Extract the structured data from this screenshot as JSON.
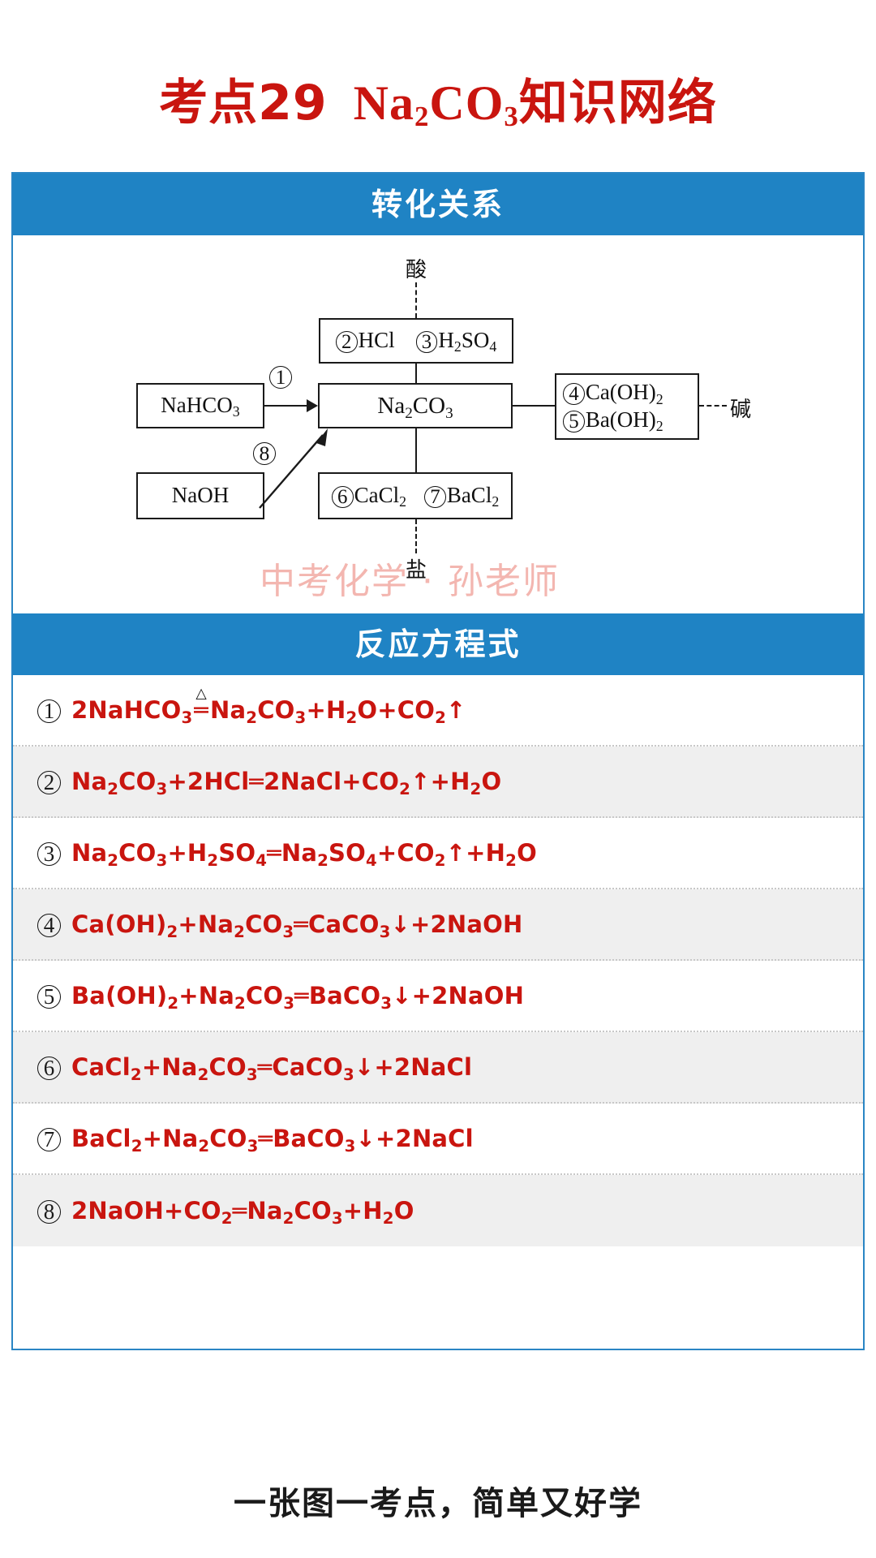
{
  "title": {
    "prefix": "考点29",
    "formula_pre": "Na",
    "formula_sub1": "2",
    "formula_mid": "CO",
    "formula_sub2": "3",
    "suffix": "知识网络",
    "color": "#c9150f",
    "full_text": "考点29 Na2CO3知识网络"
  },
  "accent_color": "#1f83c4",
  "sections": [
    {
      "header": "转化关系"
    },
    {
      "header": "反应方程式"
    }
  ],
  "diagram": {
    "labels": {
      "acid": "酸",
      "base": "碱",
      "salt": "盐"
    },
    "boxes": [
      {
        "id": "acid-box",
        "text": "②HCl  ③H2SO4",
        "items": [
          {
            "num": "②",
            "formula_pre": "HCl",
            "sub": ""
          },
          {
            "num": "③",
            "formula_pre": "H",
            "sub": "2",
            "formula_mid": "SO",
            "sub2": "4"
          }
        ]
      },
      {
        "id": "nahco3-box",
        "text": "NaHCO3",
        "base": "NaHCO",
        "sub": "3"
      },
      {
        "id": "na2co3-box",
        "text": "Na2CO3",
        "base_a": "Na",
        "sub_a": "2",
        "base_b": "CO",
        "sub_b": "3"
      },
      {
        "id": "base-box",
        "line1_num": "④",
        "line1": "Ca(OH)",
        "line1_sub": "2",
        "line2_num": "⑤",
        "line2": "Ba(OH)",
        "line2_sub": "2"
      },
      {
        "id": "naoh-box",
        "text": "NaOH"
      },
      {
        "id": "salt-box",
        "item1_num": "⑥",
        "item1": "CaCl",
        "item1_sub": "2",
        "item2_num": "⑦",
        "item2": "BaCl",
        "item2_sub": "2"
      }
    ],
    "arrow_labels": [
      {
        "id": "arrow-1",
        "num": "①"
      },
      {
        "id": "arrow-8",
        "num": "⑧"
      }
    ]
  },
  "watermark": "中考化学 · 孙老师",
  "equations": [
    {
      "num": "①",
      "html": "2NaHCO<sub>3</sub><span class=\"eqsign\"><span class=\"heat\">△</span>═</span>Na<sub>2</sub>CO<sub>3</sub>+H<sub>2</sub>O+CO<sub>2</sub>↑",
      "plain": "2NaHCO3 =(△)= Na2CO3 + H2O + CO2↑"
    },
    {
      "num": "②",
      "html": "Na<sub>2</sub>CO<sub>3</sub>+2HCl═2NaCl+CO<sub>2</sub>↑+H<sub>2</sub>O",
      "plain": "Na2CO3 + 2HCl = 2NaCl + CO2↑ + H2O"
    },
    {
      "num": "③",
      "html": "Na<sub>2</sub>CO<sub>3</sub>+H<sub>2</sub>SO<sub>4</sub>═Na<sub>2</sub>SO<sub>4</sub>+CO<sub>2</sub>↑+H<sub>2</sub>O",
      "plain": "Na2CO3 + H2SO4 = Na2SO4 + CO2↑ + H2O"
    },
    {
      "num": "④",
      "html": "Ca(OH)<sub>2</sub>+Na<sub>2</sub>CO<sub>3</sub>═CaCO<sub>3</sub>↓+2NaOH",
      "plain": "Ca(OH)2 + Na2CO3 = CaCO3↓ + 2NaOH"
    },
    {
      "num": "⑤",
      "html": "Ba(OH)<sub>2</sub>+Na<sub>2</sub>CO<sub>3</sub>═BaCO<sub>3</sub>↓+2NaOH",
      "plain": "Ba(OH)2 + Na2CO3 = BaCO3↓ + 2NaOH"
    },
    {
      "num": "⑥",
      "html": "CaCl<sub>2</sub>+Na<sub>2</sub>CO<sub>3</sub>═CaCO<sub>3</sub>↓+2NaCl",
      "plain": "CaCl2 + Na2CO3 = CaCO3↓ + 2NaCl"
    },
    {
      "num": "⑦",
      "html": "BaCl<sub>2</sub>+Na<sub>2</sub>CO<sub>3</sub>═BaCO<sub>3</sub>↓+2NaCl",
      "plain": "BaCl2 + Na2CO3 = BaCO3↓ + 2NaCl"
    },
    {
      "num": "⑧",
      "html": "2NaOH+CO<sub>2</sub>═Na<sub>2</sub>CO<sub>3</sub>+H<sub>2</sub>O",
      "plain": "2NaOH + CO2 = Na2CO3 + H2O"
    }
  ],
  "footer": "一张图一考点，简单又好学"
}
